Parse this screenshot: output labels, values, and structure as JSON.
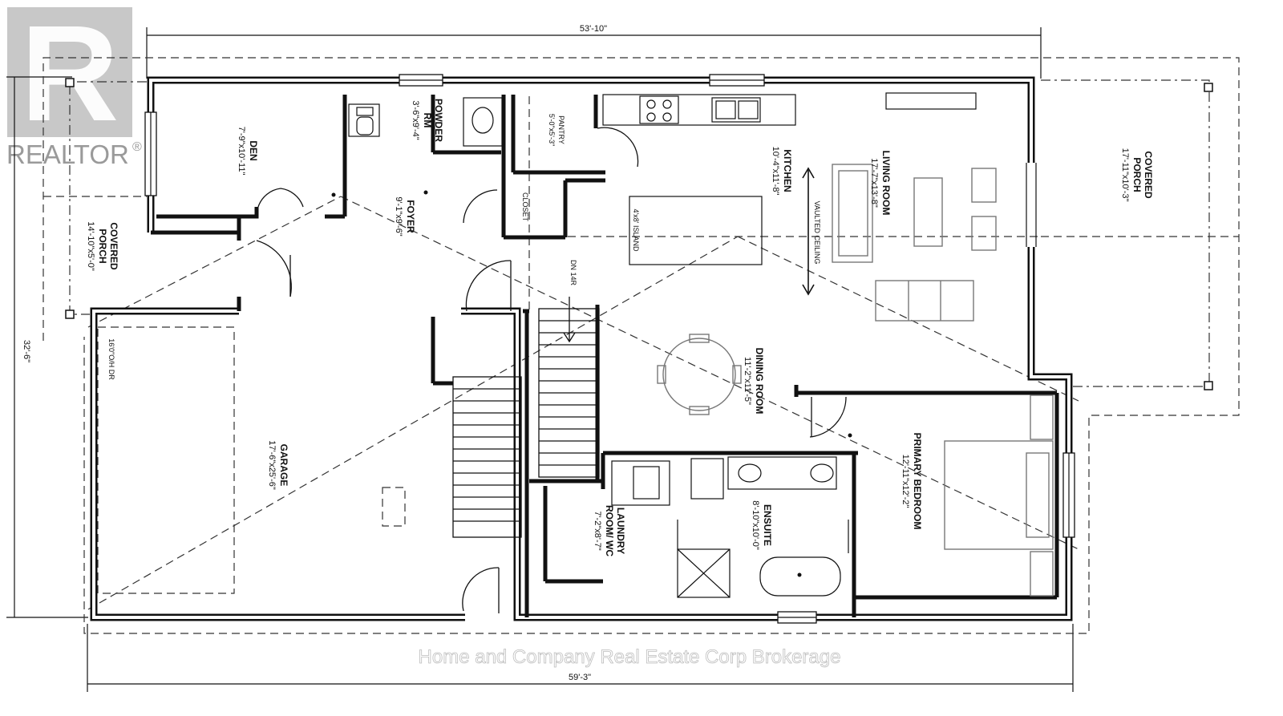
{
  "brand": {
    "logo_letter": "R",
    "logo_text": "REALTOR",
    "registered": "®"
  },
  "watermark": "Home and Company Real Estate Corp Brokerage",
  "dimensions": {
    "top_width": "53'-10\"",
    "bottom_width": "59'-3\"",
    "left_depth": "32'-6\""
  },
  "rooms": {
    "den": {
      "name": "DEN",
      "size": "7'-9\"x10'-11\""
    },
    "powder": {
      "name": "POWDER",
      "name2": "RM",
      "size": "3'-6\"x9'-4\""
    },
    "pantry": {
      "name": "PANTRY",
      "size": "5'-0\"x5'-3\""
    },
    "closet": {
      "name": "CLOSET"
    },
    "foyer": {
      "name": "FOYER",
      "size": "9'-1\"x9'-6\""
    },
    "kitchen": {
      "name": "KITCHEN",
      "size": "10'-4\"x11'-8\""
    },
    "island": {
      "name": "4'x8' ISLAND"
    },
    "vaulted": {
      "name": "VAULTED CEILING"
    },
    "living": {
      "name": "LIVING ROOM",
      "size": "17'-7\"x13'-8\""
    },
    "covered_porch_right": {
      "name": "COVERED",
      "name2": "PORCH",
      "size": "17'-11\"x10'-3\""
    },
    "covered_porch_left": {
      "name": "COVERED",
      "name2": "PORCH",
      "size": "14'-10\"x5'-0\""
    },
    "garage_door": {
      "name": "16'0\"O/H DR"
    },
    "stairs": {
      "name": "DN 14R"
    },
    "dining": {
      "name": "DINING ROOM",
      "size": "11'-2\"x11'-5\""
    },
    "garage": {
      "name": "GARAGE",
      "size": "17'-6\"x25'-6\""
    },
    "laundry": {
      "name": "LAUNDRY",
      "name2": "ROOM/ WC",
      "size": "7'-2\"x8'-7\""
    },
    "ensuite": {
      "name": "ENSUITE",
      "size": "8'-10\"x10'-0\""
    },
    "primary": {
      "name": "PRIMARY BEDROOM",
      "size": "12'-11\"x12'-2\""
    }
  }
}
